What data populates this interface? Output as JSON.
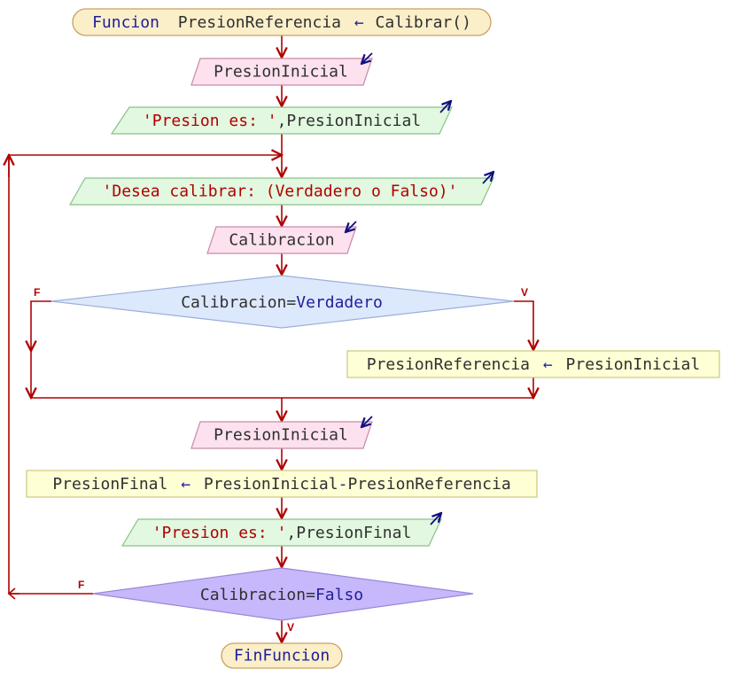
{
  "colors": {
    "flow": "#b00000",
    "keyword": "#20209a",
    "text": "#303030",
    "string": "#b00000",
    "terminal_fill": "#fbefc9",
    "terminal_stroke": "#c9a060",
    "input_fill": "#fde1ee",
    "input_stroke": "#c88aa8",
    "output_fill": "#e2f8e0",
    "output_stroke": "#8ac18a",
    "process_fill": "#ffffd6",
    "process_stroke": "#c8c880",
    "decision1_fill": "#dce8fc",
    "decision1_stroke": "#9ab0d8",
    "decision2_fill": "#c7b7fb",
    "decision2_stroke": "#9a88d8",
    "io_arrow": "#101080"
  },
  "nodes": {
    "start": {
      "kw": "Funcion",
      "var": "PresionReferencia",
      "arrow": "←",
      "call": "Calibrar()"
    },
    "read1": {
      "var": "PresionInicial",
      "icon": "input-arrow-icon"
    },
    "write1": {
      "str": "'Presion es: '",
      "sep": ",",
      "var": "PresionInicial",
      "icon": "output-arrow-icon"
    },
    "write2": {
      "str": "'Desea calibrar: (Verdadero o Falso)'",
      "icon": "output-arrow-icon"
    },
    "read2": {
      "var": "Calibracion",
      "icon": "input-arrow-icon"
    },
    "decision1": {
      "var": "Calibracion",
      "op": "=",
      "value": "Verdadero",
      "false_label": "F",
      "true_label": "V"
    },
    "assign1": {
      "var": "PresionReferencia",
      "arrow": "←",
      "expr": "PresionInicial"
    },
    "read3": {
      "var": "PresionInicial",
      "icon": "input-arrow-icon"
    },
    "assign2": {
      "var": "PresionFinal",
      "arrow": "←",
      "expr1": "PresionInicial",
      "minus": "-",
      "expr2": "PresionReferencia"
    },
    "write3": {
      "str": "'Presion es: '",
      "sep": ",",
      "var": "PresionFinal",
      "icon": "output-arrow-icon"
    },
    "decision2": {
      "var": "Calibracion",
      "op": "=",
      "value": "Falso",
      "false_label": "F",
      "true_label": "V"
    },
    "end": {
      "kw": "FinFuncion"
    }
  }
}
